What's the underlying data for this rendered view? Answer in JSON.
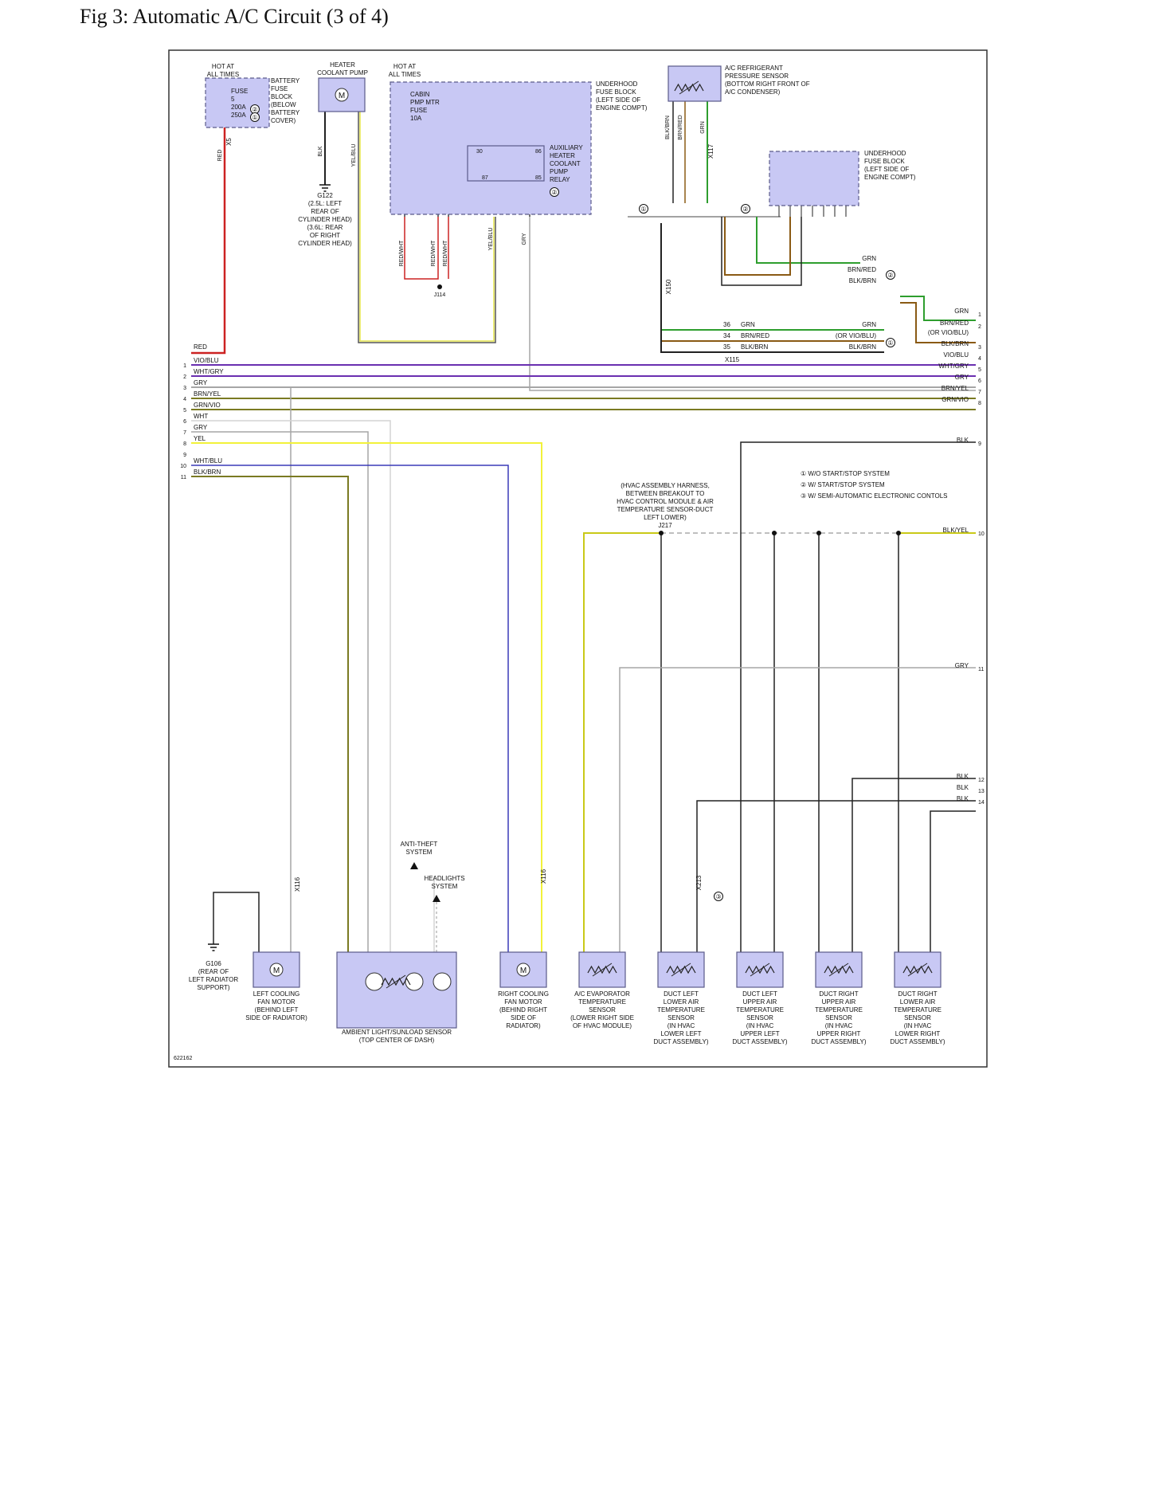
{
  "figure": {
    "title": "Fig 3: Automatic A/C Circuit (3 of 4)",
    "code": "622162",
    "legend": [
      "① W/O START/STOP SYSTEM",
      "② W/ START/STOP SYSTEM",
      "③ W/ SEMI-AUTOMATIC ELECTRONIC CONTOLS"
    ]
  },
  "colors": {
    "box_fill": "#c8c8f4",
    "box_stroke": "#5a5a8a",
    "RED": "#cc2222",
    "VIO": "#6a2fb0",
    "GRY": "#a6a6a6",
    "YEL": "#f2f23a",
    "BLK": "#222222",
    "GRN": "#2e9e2e",
    "BRN": "#8a5a14",
    "BLU": "#3a3ab8",
    "WHT": "#d4d4d4",
    "OLIVE": "#7a7a22"
  },
  "top": {
    "battery_hot": [
      "HOT AT",
      "ALL TIMES"
    ],
    "battery_block": [
      "BATTERY",
      "FUSE",
      "BLOCK",
      "(BELOW",
      "BATTERY",
      "COVER)"
    ],
    "battery_fuse": [
      "FUSE",
      "5",
      "200A",
      "250A"
    ],
    "heater_pump": [
      "HEATER",
      "COOLANT PUMP"
    ],
    "hot2": [
      "HOT AT",
      "ALL TIMES"
    ],
    "cabin_fuse": [
      "CABIN",
      "PMP MTR",
      "FUSE",
      "10A"
    ],
    "underhood1": [
      "UNDERHOOD",
      "FUSE BLOCK",
      "(LEFT SIDE OF",
      "ENGINE COMPT)"
    ],
    "relay": [
      "AUXILIARY",
      "HEATER",
      "COOLANT",
      "PUMP",
      "RELAY"
    ],
    "relay_pins": [
      "30",
      "86",
      "87",
      "85"
    ],
    "g122": [
      "G122",
      "(2.5L: LEFT",
      "REAR OF",
      "CYLINDER HEAD)",
      "(3.6L: REAR",
      "OF RIGHT",
      "CYLINDER HEAD)"
    ],
    "pressure_sensor": [
      "A/C REFRIGERANT",
      "PRESSURE SENSOR",
      "(BOTTOM RIGHT FRONT OF",
      "A/C CONDENSER)"
    ],
    "underhood2": [
      "UNDERHOOD",
      "FUSE BLOCK",
      "(LEFT SIDE OF",
      "ENGINE COMPT)"
    ],
    "j114": "J114",
    "x115": "X115",
    "x117": "X117",
    "x150": "X150",
    "x5": "X5"
  },
  "left_wires": [
    {
      "num": "",
      "label": "RED"
    },
    {
      "num": "1",
      "label": "VIO/BLU"
    },
    {
      "num": "2",
      "label": "WHT/GRY"
    },
    {
      "num": "3",
      "label": "GRY"
    },
    {
      "num": "4",
      "label": "BRN/YEL"
    },
    {
      "num": "5",
      "label": "GRN/VIO"
    },
    {
      "num": "6",
      "label": "WHT"
    },
    {
      "num": "7",
      "label": "GRY"
    },
    {
      "num": "8",
      "label": "YEL"
    },
    {
      "num": "9",
      "label": ""
    },
    {
      "num": "10",
      "label": "WHT/BLU"
    },
    {
      "num": "11",
      "label": "BLK/BRN"
    }
  ],
  "right_wires": [
    {
      "num": "1",
      "label": "GRN"
    },
    {
      "num": "2",
      "label": "BRN/RED"
    },
    {
      "num": "",
      "label": "(OR VIO/BLU)"
    },
    {
      "num": "3",
      "label": "BLK/BRN"
    },
    {
      "num": "4",
      "label": "VIO/BLU"
    },
    {
      "num": "5",
      "label": "WHT/GRY"
    },
    {
      "num": "6",
      "label": "GRY"
    },
    {
      "num": "7",
      "label": "BRN/YEL"
    },
    {
      "num": "8",
      "label": "GRN/VIO"
    },
    {
      "num": "9",
      "label": "BLK"
    },
    {
      "num": "10",
      "label": "BLK/YEL"
    },
    {
      "num": "11",
      "label": "GRY"
    },
    {
      "num": "12",
      "label": "BLK"
    },
    {
      "num": "13",
      "label": "BLK"
    },
    {
      "num": "14",
      "label": "BLK"
    }
  ],
  "mid": {
    "hvac_harness": [
      "(HVAC ASSEMBLY HARNESS,",
      "BETWEEN BREAKOUT TO",
      "HVAC CONTROL MODULE & AIR",
      "TEMPERATURE SENSOR-DUCT",
      "LEFT LOWER)",
      "J217"
    ],
    "anti_theft": [
      "ANTI-THEFT",
      "SYSTEM"
    ],
    "headlights": [
      "HEADLIGHTS",
      "SYSTEM"
    ],
    "x116": "X116",
    "x213": "X213",
    "splice_rows": [
      {
        "pin": "36",
        "l": "GRN",
        "r": "GRN"
      },
      {
        "pin": "34",
        "l": "BRN/RED",
        "r": "(OR VIO/BLU)"
      },
      {
        "pin": "35",
        "l": "BLK/BRN",
        "r": "BLK/BRN"
      }
    ],
    "branch": [
      "GRN",
      "BRN/RED",
      "BLK/BRN"
    ]
  },
  "components": [
    {
      "key": "g106",
      "lines": [
        "G106",
        "(REAR OF",
        "LEFT RADIATOR",
        "SUPPORT)"
      ]
    },
    {
      "key": "lcf",
      "lines": [
        "LEFT COOLING",
        "FAN MOTOR",
        "(BEHIND LEFT",
        "SIDE OF RADIATOR)"
      ]
    },
    {
      "key": "amb",
      "lines": [
        "AMBIENT LIGHT/SUNLOAD SENSOR",
        "(TOP CENTER OF DASH)"
      ]
    },
    {
      "key": "rcf",
      "lines": [
        "RIGHT COOLING",
        "FAN MOTOR",
        "(BEHIND RIGHT",
        "SIDE OF",
        "RADIATOR)"
      ]
    },
    {
      "key": "evap",
      "lines": [
        "A/C EVAPORATOR",
        "TEMPERATURE",
        "SENSOR",
        "(LOWER RIGHT SIDE",
        "OF HVAC MODULE)"
      ]
    },
    {
      "key": "dll",
      "lines": [
        "DUCT LEFT",
        "LOWER AIR",
        "TEMPERATURE",
        "SENSOR",
        "(IN HVAC",
        "LOWER LEFT",
        "DUCT ASSEMBLY)"
      ]
    },
    {
      "key": "dlu",
      "lines": [
        "DUCT LEFT",
        "UPPER AIR",
        "TEMPERATURE",
        "SENSOR",
        "(IN HVAC",
        "UPPER LEFT",
        "DUCT ASSEMBLY)"
      ]
    },
    {
      "key": "dru",
      "lines": [
        "DUCT RIGHT",
        "UPPER AIR",
        "TEMPERATURE",
        "SENSOR",
        "(IN HVAC",
        "UPPER RIGHT",
        "DUCT ASSEMBLY)"
      ]
    },
    {
      "key": "drl",
      "lines": [
        "DUCT RIGHT",
        "LOWER AIR",
        "TEMPERATURE",
        "SENSOR",
        "(IN HVAC",
        "LOWER RIGHT",
        "DUCT ASSEMBLY)"
      ]
    }
  ]
}
